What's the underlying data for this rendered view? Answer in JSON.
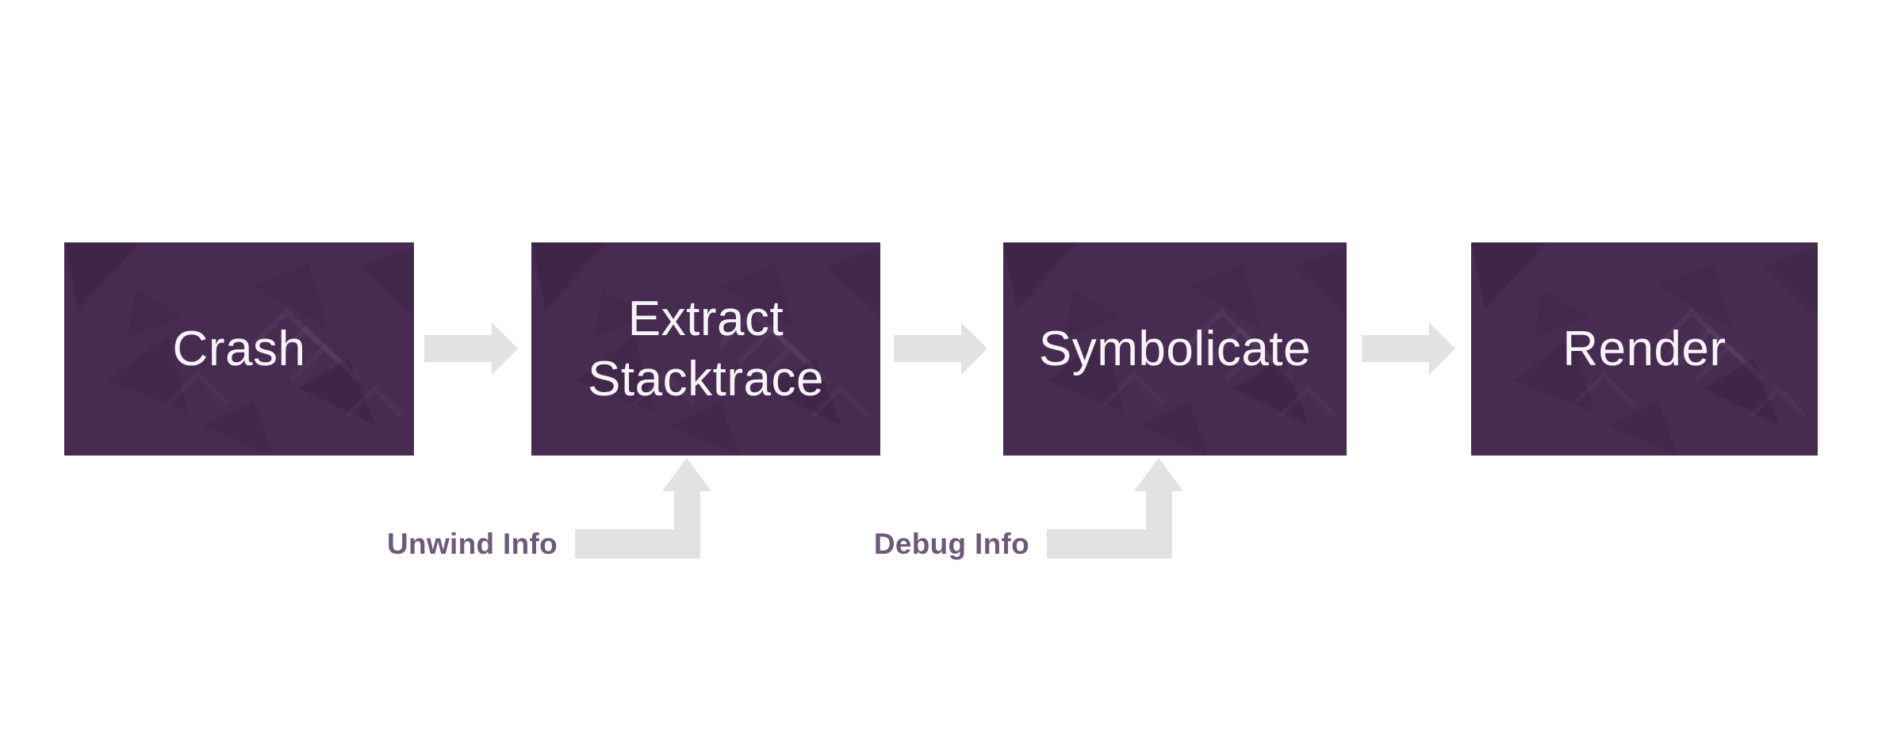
{
  "diagram": {
    "type": "process-flow",
    "nodes": [
      {
        "label": "Crash"
      },
      {
        "label": "Extract Stacktrace"
      },
      {
        "label": "Symbolicate"
      },
      {
        "label": "Render"
      }
    ],
    "flow_arrows": [
      {
        "from": "Crash",
        "to": "Extract Stacktrace"
      },
      {
        "from": "Extract Stacktrace",
        "to": "Symbolicate"
      },
      {
        "from": "Symbolicate",
        "to": "Render"
      }
    ],
    "annotations": [
      {
        "label": "Unwind Info",
        "points_to": "Extract Stacktrace"
      },
      {
        "label": "Debug Info",
        "points_to": "Symbolicate"
      }
    ],
    "colors": {
      "node_fill": "#472b51",
      "node_text": "#f7f4f8",
      "arrow_fill": "#e3e1e4",
      "annotation_text": "#6d5a7a",
      "background": "#ffffff"
    }
  }
}
